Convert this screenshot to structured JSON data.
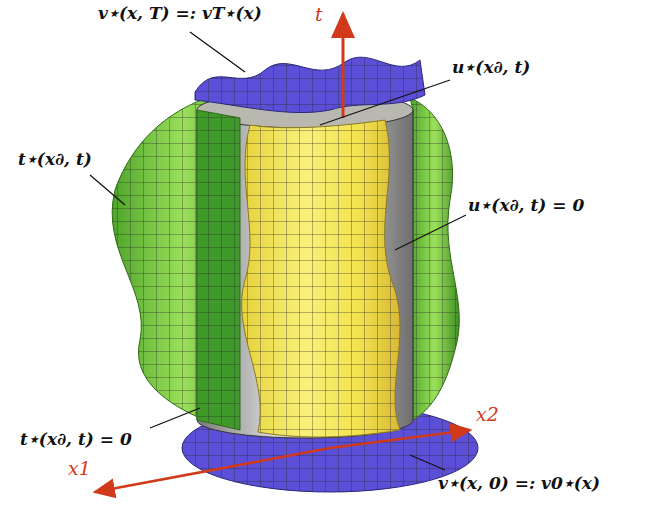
{
  "diagram": {
    "labels": [
      "v⋆(x, T) =: vT⋆(x)",
      "t",
      "u⋆(x∂, t)",
      "t⋆(x∂, t)",
      "u⋆(x∂, t) = 0",
      "t⋆(x∂, t) = 0",
      "x2",
      "x1",
      "v⋆(x, 0) =: v0⋆(x)"
    ]
  }
}
